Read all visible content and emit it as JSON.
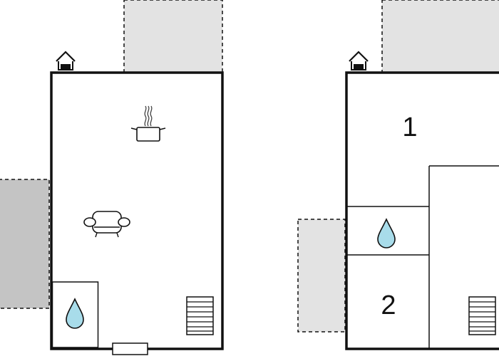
{
  "floors": [
    {
      "id": "ground",
      "rooms": [
        {
          "kind": "living-kitchen",
          "label": ""
        },
        {
          "kind": "bathroom",
          "label": ""
        }
      ],
      "icons": [
        "entrance-icon",
        "kitchen-pot-icon",
        "sofa-icon",
        "water-drop-icon",
        "staircase-icon",
        "door-mat-icon"
      ]
    },
    {
      "id": "upper",
      "rooms": [
        {
          "kind": "bedroom",
          "label": "1"
        },
        {
          "kind": "bathroom",
          "label": ""
        },
        {
          "kind": "bedroom",
          "label": "2"
        }
      ],
      "icons": [
        "entrance-icon",
        "water-drop-icon",
        "staircase-icon"
      ]
    }
  ],
  "colors": {
    "wall": "#111111",
    "outdoor_area": "#e3e3e3",
    "outdoor_area_dark": "#c4c4c4",
    "water": "#a8dcea"
  }
}
